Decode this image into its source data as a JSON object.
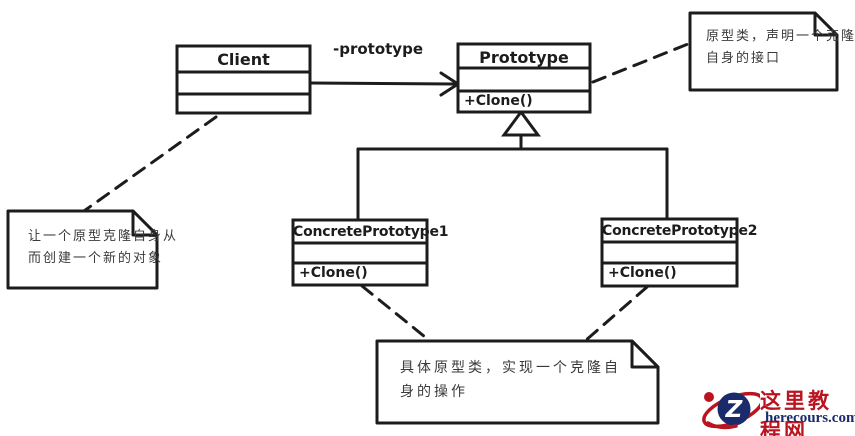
{
  "diagram": {
    "classes": {
      "client": {
        "name": "Client"
      },
      "prototype": {
        "name": "Prototype",
        "method": "+Clone()"
      },
      "concrete1": {
        "name": "ConcretePrototype1",
        "method": "+Clone()"
      },
      "concrete2": {
        "name": "ConcretePrototype2",
        "method": "+Clone()"
      }
    },
    "edges": {
      "association_label": "-prototype"
    },
    "notes": {
      "prototype_note": {
        "line1": "原型类，声明一个克隆",
        "line2": "自身的接口"
      },
      "client_note": {
        "line1": "让一个原型克隆自身从",
        "line2": "而创建一个新的对象"
      },
      "concrete_note": {
        "line1": "具体原型类，实现一个克隆自",
        "line2": "身的操作"
      }
    }
  },
  "logo": {
    "monogram": "Z",
    "site_name": "这里教程网",
    "site_domain": "herecours.com",
    "brand_red": "#bb1420",
    "brand_navy": "#1b2a6b"
  },
  "colors": {
    "ink": "#1c1c1c",
    "background": "#ffffff"
  }
}
